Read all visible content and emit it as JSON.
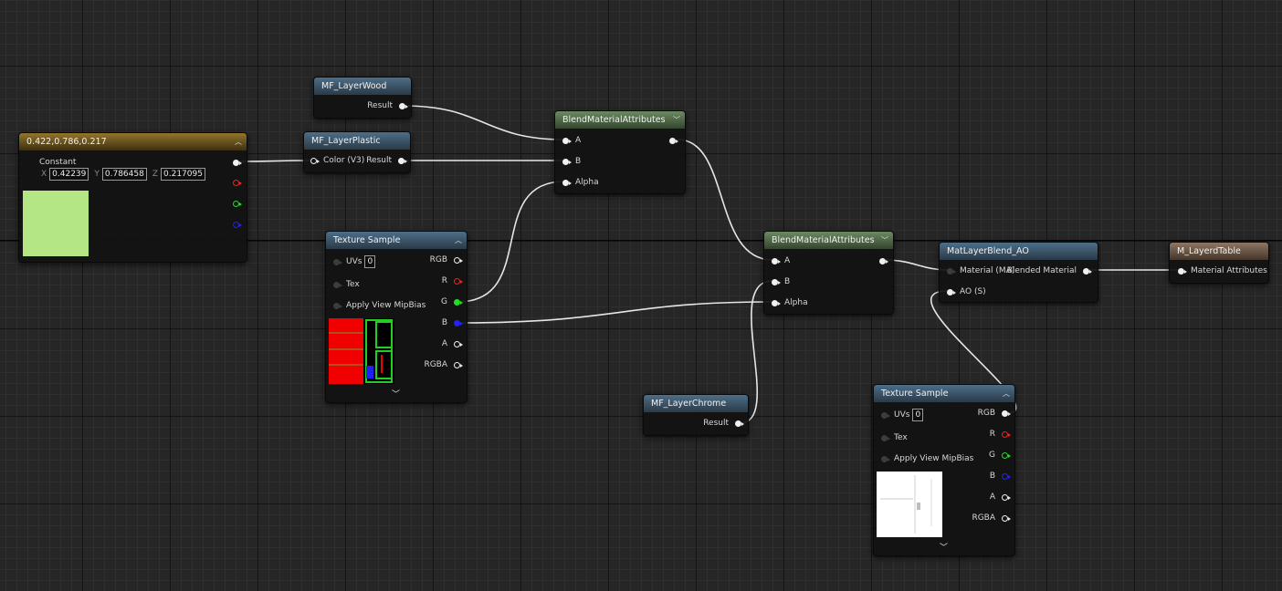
{
  "colors": {
    "graph_bg": "#262626",
    "wire": "#e6e6e6",
    "header_function": "#4d6e88",
    "header_blend": "#6c8a62",
    "header_constant": "#93752d",
    "header_result": "#8e7664",
    "constant_swatch": "#b4e783",
    "pin_red": "#ee2222",
    "pin_green": "#22dd22",
    "pin_blue": "#2424f0"
  },
  "constant_node": {
    "title": "0.422,0.786,0.217",
    "label": "Constant",
    "x_label": "X",
    "x_value": "0.42239",
    "y_label": "Y",
    "y_value": "0.786458",
    "z_label": "Z",
    "z_value": "0.217095"
  },
  "mf_layer_wood": {
    "title": "MF_LayerWood",
    "result": "Result"
  },
  "mf_layer_plastic": {
    "title": "MF_LayerPlastic",
    "input": "Color (V3)",
    "result": "Result"
  },
  "blend_1": {
    "title": "BlendMaterialAttributes",
    "a": "A",
    "b": "B",
    "alpha": "Alpha"
  },
  "texture_sample_1": {
    "title": "Texture Sample",
    "uvs": "UVs",
    "uvs_value": "0",
    "tex": "Tex",
    "mipbias": "Apply View MipBias",
    "rgb": "RGB",
    "r": "R",
    "g": "G",
    "b": "B",
    "a": "A",
    "rgba": "RGBA"
  },
  "blend_2": {
    "title": "BlendMaterialAttributes",
    "a": "A",
    "b": "B",
    "alpha": "Alpha"
  },
  "mf_layer_chrome": {
    "title": "MF_LayerChrome",
    "result": "Result"
  },
  "matlayer_blend_ao": {
    "title": "MatLayerBlend_AO",
    "material": "Material (MA)",
    "ao": "AO (S)",
    "output": "Blended Material"
  },
  "texture_sample_2": {
    "title": "Texture Sample",
    "uvs": "UVs",
    "uvs_value": "0",
    "tex": "Tex",
    "mipbias": "Apply View MipBias",
    "rgb": "RGB",
    "r": "R",
    "g": "G",
    "b": "B",
    "a": "A",
    "rgba": "RGBA"
  },
  "result_node": {
    "title": "M_LayerdTable",
    "input": "Material Attributes"
  },
  "icons": {
    "collapse": "chevron-up-icon",
    "expand": "chevron-down-icon",
    "dropdown": "chevron-down-icon"
  }
}
